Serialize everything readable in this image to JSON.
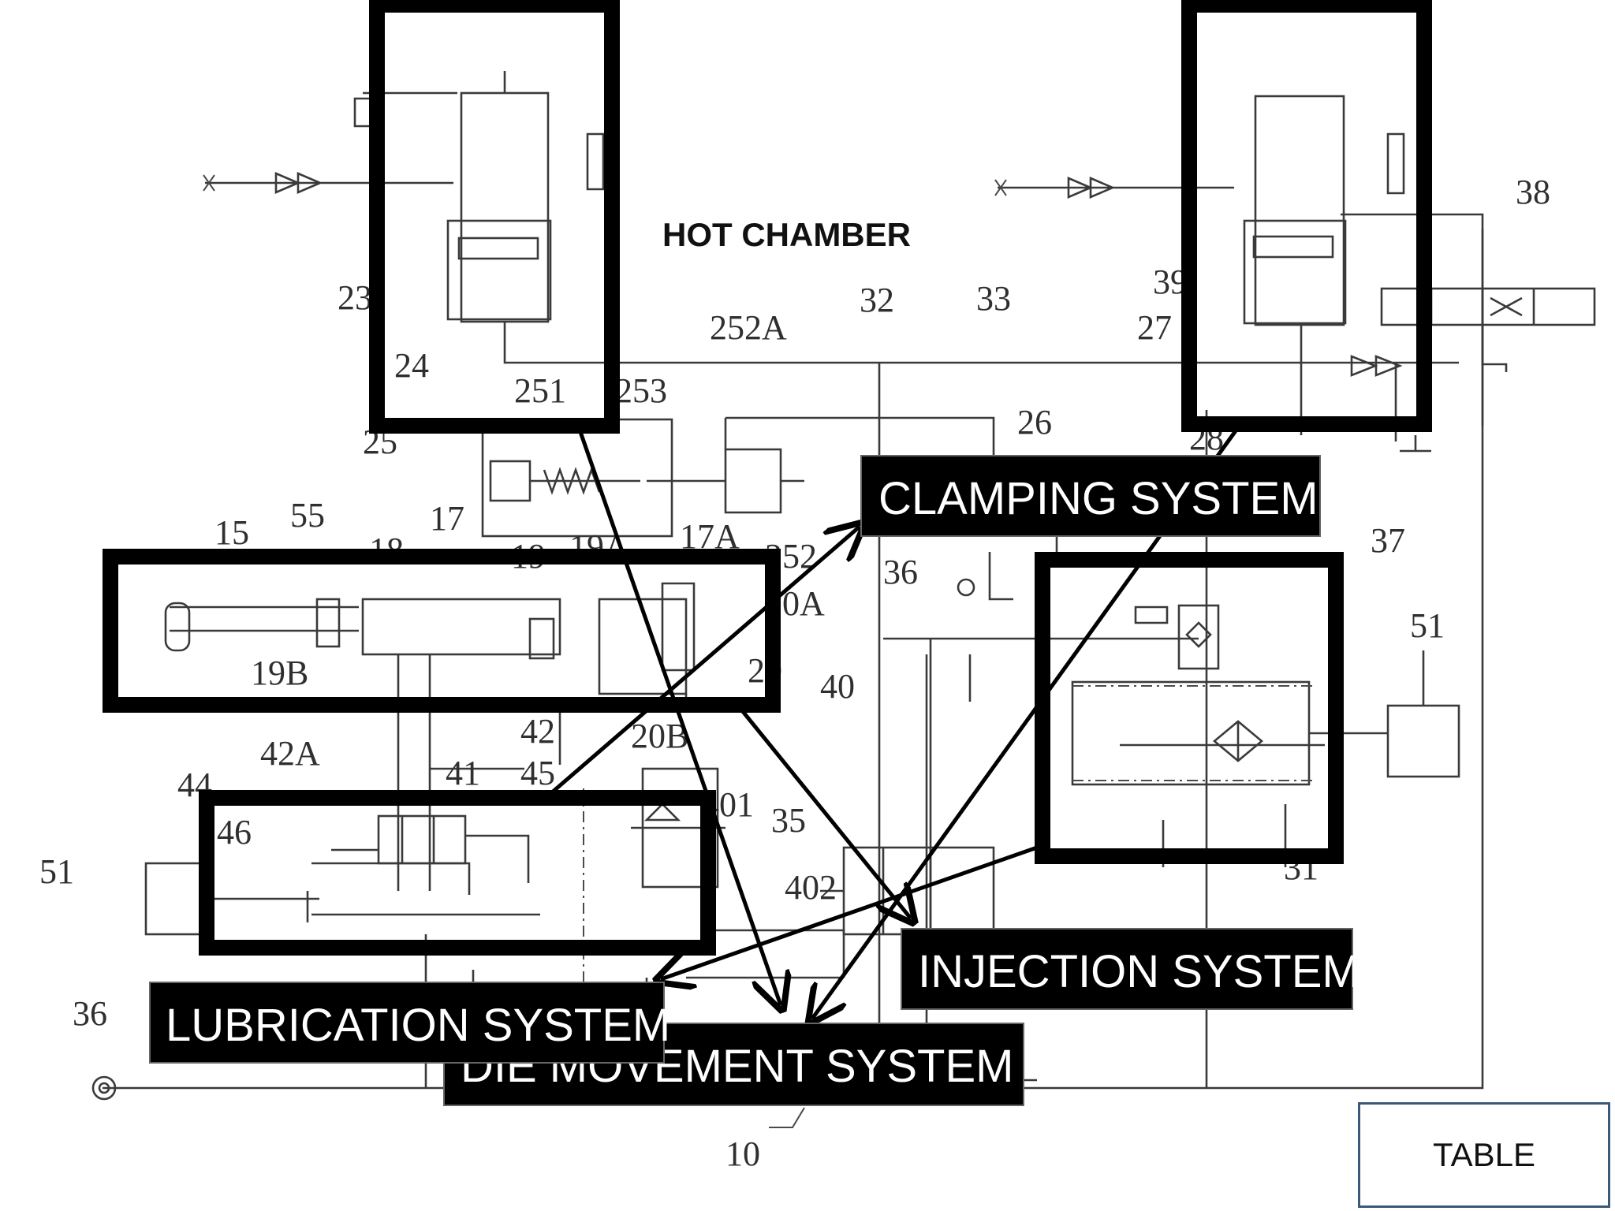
{
  "title": "HOT CHAMBER",
  "system_labels": {
    "clamping": "CLAMPING SYSTEM",
    "injection": "INJECTION SYSTEM",
    "lubrication": "LUBRICATION SYSTEM",
    "die_movement": "DIE MOVEMENT SYSTEM"
  },
  "table_button": "TABLE",
  "reference_numbers": {
    "r23": "23",
    "r24": "24",
    "r25": "25",
    "r251": "251",
    "r253": "253",
    "r252A": "252A",
    "r32": "32",
    "r33": "33",
    "r26": "26",
    "r27": "27",
    "r39": "39",
    "r38": "38",
    "r37": "37",
    "r51a": "51",
    "r51b": "51",
    "r15": "15",
    "r55": "55",
    "r18": "18",
    "r17": "17",
    "r19": "19",
    "r19A": "19A",
    "r17A": "17A",
    "r252": "252",
    "r20A": "20A",
    "r19B": "19B",
    "r20": "20",
    "r36a": "36",
    "r36b": "36",
    "r40": "40",
    "r42A": "42A",
    "r42": "42",
    "r20B": "20B",
    "r41": "41",
    "r45": "45",
    "r44": "44",
    "r46": "46",
    "r401": "401",
    "r35": "35",
    "r402": "402",
    "r31": "31",
    "r10": "10",
    "r28": "28"
  },
  "colors": {
    "frame": "#000000",
    "label_bg": "#000000",
    "label_text": "#ffffff",
    "button_border": "#3b5a7a"
  }
}
